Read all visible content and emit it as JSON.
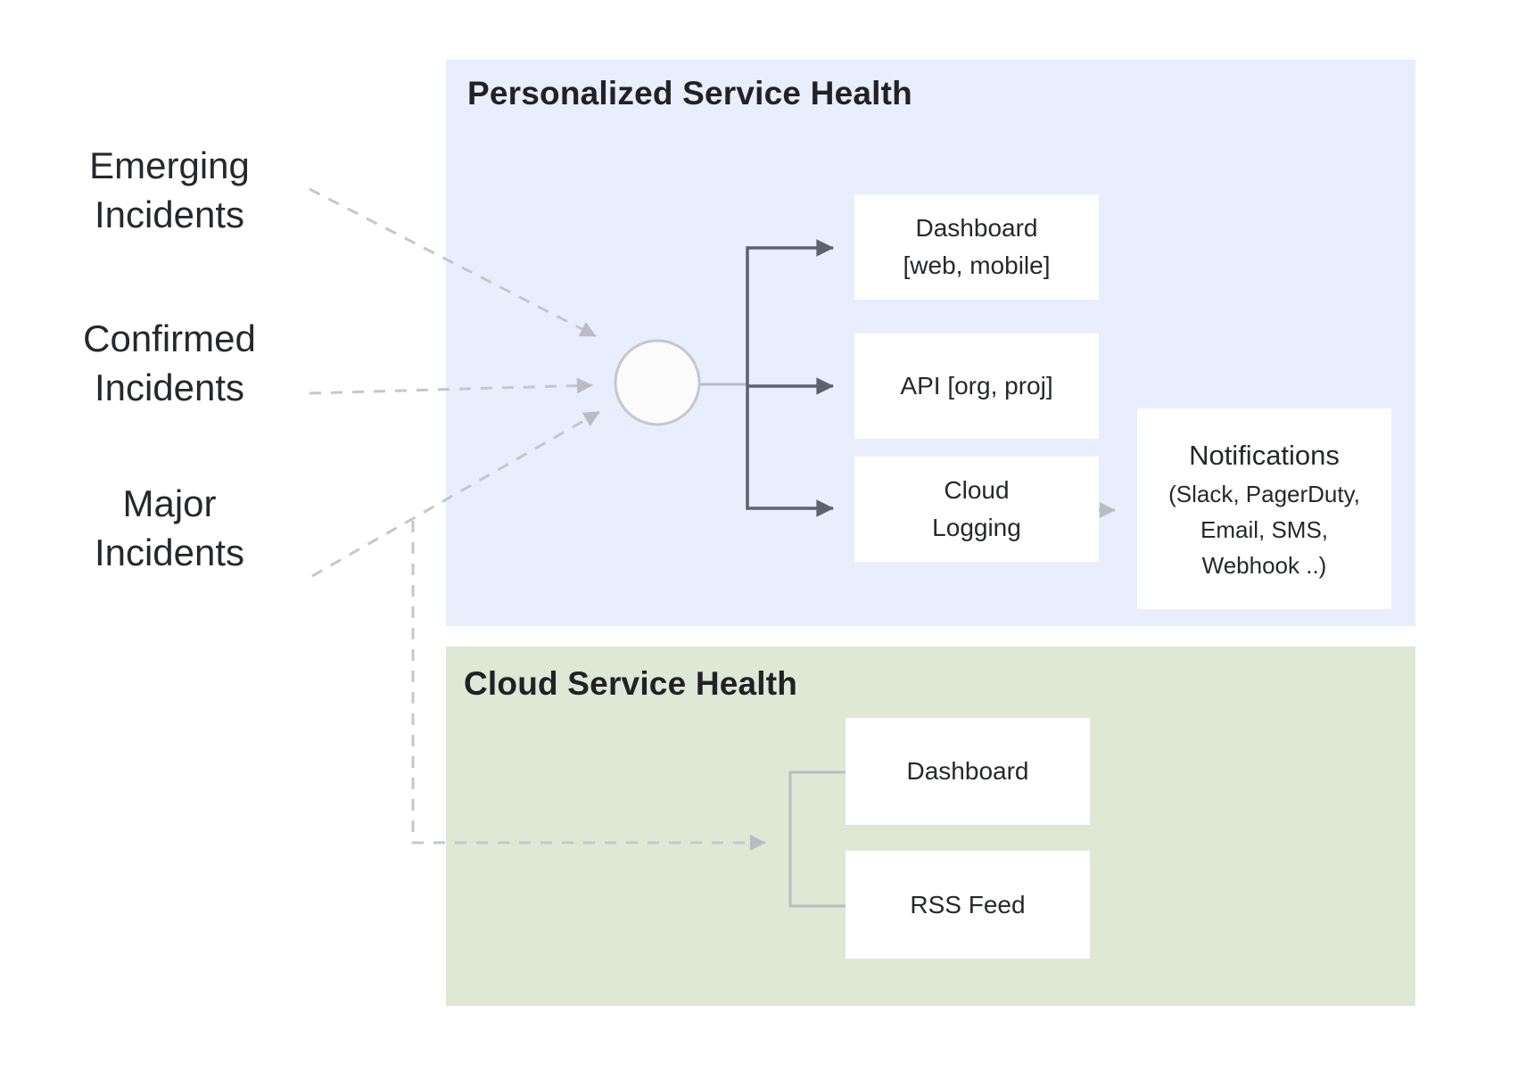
{
  "sources": [
    {
      "id": "emerging",
      "lines": [
        "Emerging",
        "Incidents"
      ]
    },
    {
      "id": "confirmed",
      "lines": [
        "Confirmed",
        "Incidents"
      ]
    },
    {
      "id": "major",
      "lines": [
        "Major",
        "Incidents"
      ]
    }
  ],
  "personalized_section": {
    "title": "Personalized Service Health",
    "boxes": {
      "dashboard": {
        "lines": [
          "Dashboard",
          "[web, mobile]"
        ]
      },
      "api": {
        "lines": [
          "API [org, proj]"
        ]
      },
      "cloud_logging": {
        "lines": [
          "Cloud",
          "Logging"
        ]
      },
      "notifications": {
        "title": "Notifications",
        "details": [
          "(Slack, PagerDuty,",
          "Email, SMS,",
          "Webhook ..)"
        ]
      }
    }
  },
  "cloud_section": {
    "title": "Cloud Service Health",
    "boxes": {
      "dashboard": {
        "label": "Dashboard"
      },
      "rss_feed": {
        "label": "RSS Feed"
      }
    }
  },
  "colors": {
    "personalized_panel_bg": "#e9eefc",
    "cloud_panel_bg": "#dee8d5",
    "node_bg": "#ffffff",
    "text": "#26282d",
    "solid_connector": "#5b6270",
    "light_connector": "#b9bdc3",
    "dashed_connector": "#c4c7cb",
    "hub_fill": "#fbfbfc",
    "hub_stroke": "#c4c8cc"
  }
}
